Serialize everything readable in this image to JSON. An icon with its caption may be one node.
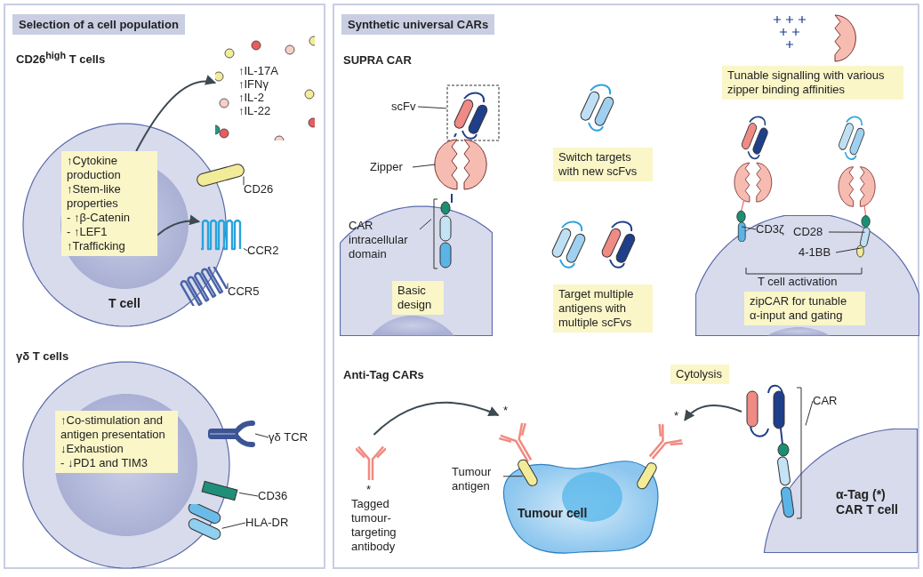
{
  "diagram": {
    "nodes": [
      {
        "text": [
          "Selection of a cell population"
        ]
      },
      {
        "text": [
          "T cell"
        ],
        "in": 0
      },
      {
        "text": [
          "↑Cytokine production",
          "↑Stem-like properties",
          "- ↑β-Catenin",
          "- ↑LEF1",
          "↑Trafficking"
        ],
        "in": 1
      },
      {
        "text": [
          "↑IL-17A",
          "↑IFNγ",
          "↑IL-2",
          "↑IL-22"
        ],
        "in": 0
      },
      {
        "text": [],
        "shape": "bar",
        "in": 0
      },
      {
        "text": [
          "CD26"
        ],
        "in": 0
      },
      {
        "text": [],
        "shape": "picture",
        "in": 0
      },
      {
        "text": [
          "CCR2"
        ],
        "in": 0
      },
      {
        "text": [],
        "shape": "picture",
        "in": 1
      },
      {
        "text": [
          "CCR5"
        ],
        "in": 0
      },
      {
        "text": [],
        "shape": "circle",
        "in": 0
      },
      {
        "text": [
          "↑Co-stimulation and antigen presentation",
          "↓Exhaustion",
          "- ↓PD1 and TIM3"
        ],
        "in": 10
      },
      {
        "text": [],
        "shape": "picture",
        "in": 0
      },
      {
        "text": [
          "γδ TCR"
        ],
        "in": 0
      },
      {
        "text": [],
        "shape": "bar",
        "in": 0
      },
      {
        "text": [
          "CD36"
        ],
        "in": 0
      },
      {
        "text": [],
        "shape": "bar",
        "in": 10
      },
      {
        "text": [
          "HLA-DR"
        ],
        "in": 0
      },
      {
        "text": [
          "Synthetic universal CARs"
        ]
      },
      {
        "text": [],
        "shape": "box",
        "in": 18
      },
      {
        "text": [
          "scFv"
        ],
        "in": 18
      },
      {
        "text": [],
        "shape": "picture",
        "in": 18
      },
      {
        "text": [
          "Zipper"
        ],
        "in": 18
      },
      {
        "text": [],
        "shape": "circle",
        "in": 18
      },
      {
        "text": [],
        "shape": "picture",
        "in": 18
      },
      {
        "text": [
          "CAR intracellular domain"
        ],
        "in": 23
      },
      {
        "text": [
          "Basic design"
        ],
        "in": 23
      },
      {
        "text": [
          "Switch targets with new scFvs"
        ],
        "in": 18
      },
      {
        "text": [
          "Target multiple antigens with multiple scFvs"
        ],
        "in": 18
      },
      {
        "text": [
          "Tunable signalling with various zipper binding affinities"
        ],
        "in": 18
      },
      {
        "text": [],
        "shape": "picture",
        "in": 18
      },
      {
        "text": [],
        "shape": "picture",
        "in": 18
      },
      {
        "text": [],
        "shape": "circle",
        "in": 18
      },
      {
        "text": [
          "zipCAR for tunable α-input and gating"
        ],
        "in": 32
      },
      {
        "text": [
          "CD3ζ"
        ],
        "in": 32
      },
      {
        "text": [
          "CD28"
        ],
        "in": 32
      },
      {
        "text": [
          "4-1BB"
        ],
        "in": 32
      },
      {
        "text": [
          "Cytolysis"
        ],
        "in": 18
      },
      {
        "text": [],
        "shape": "picture",
        "in": 18,
        "beside": [
          "*",
          "Tagged tumour-targeting antibody"
        ]
      },
      {
        "text": [
          "Tumour antigen"
        ],
        "in": 18
      },
      {
        "text": [],
        "shape": "picture",
        "in": 18,
        "beside": [
          "*"
        ]
      },
      {
        "text": [],
        "shape": "bar",
        "in": 18
      },
      {
        "text": [
          "Tumour cell"
        ],
        "in": 18
      },
      {
        "text": [],
        "shape": "bar",
        "in": 42
      },
      {
        "text": [],
        "shape": "picture",
        "in": 18,
        "beside": [
          "*"
        ]
      },
      {
        "text": [],
        "shape": "picture",
        "in": 18
      },
      {
        "text": [
          "CAR"
        ],
        "in": 18
      },
      {
        "text": [
          "α-Tag (*) CAR T cell"
        ],
        "in": 18
      }
    ],
    "edges": [
      {
        "from": 2,
        "to": 3,
        "arrow": "to"
      },
      {
        "from": 2,
        "to": 6,
        "arrow": "to"
      },
      {
        "from": 5,
        "to": 4,
        "arrow": "none"
      },
      {
        "from": 7,
        "to": 6,
        "arrow": "none"
      },
      {
        "from": 9,
        "to": 8,
        "arrow": "none"
      },
      {
        "from": 13,
        "to": 12,
        "arrow": "none"
      },
      {
        "from": 15,
        "to": 14,
        "arrow": "none"
      },
      {
        "from": 17,
        "to": 16,
        "arrow": "none"
      },
      {
        "from": 20,
        "to": 19,
        "arrow": "none"
      },
      {
        "from": 22,
        "to": 21,
        "arrow": "none"
      },
      {
        "from": 25,
        "to": 24,
        "arrow": "none"
      },
      {
        "from": 34,
        "to": 30,
        "arrow": "none"
      },
      {
        "from": 35,
        "to": 31,
        "arrow": "none"
      },
      {
        "from": 36,
        "to": 31,
        "arrow": "none"
      },
      {
        "from": 38,
        "to": 40,
        "arrow": "to"
      },
      {
        "from": 39,
        "to": 41,
        "arrow": "none"
      },
      {
        "from": 45,
        "to": 44,
        "arrow": "to"
      },
      {
        "from": 46,
        "to": 45,
        "arrow": "none"
      }
    ],
    "labels": [
      "CD26$^{high}$ T cells",
      "γδ T cells",
      "SUPRA CAR",
      "T cell activation",
      "Anti-Tag CARs"
    ]
  }
}
